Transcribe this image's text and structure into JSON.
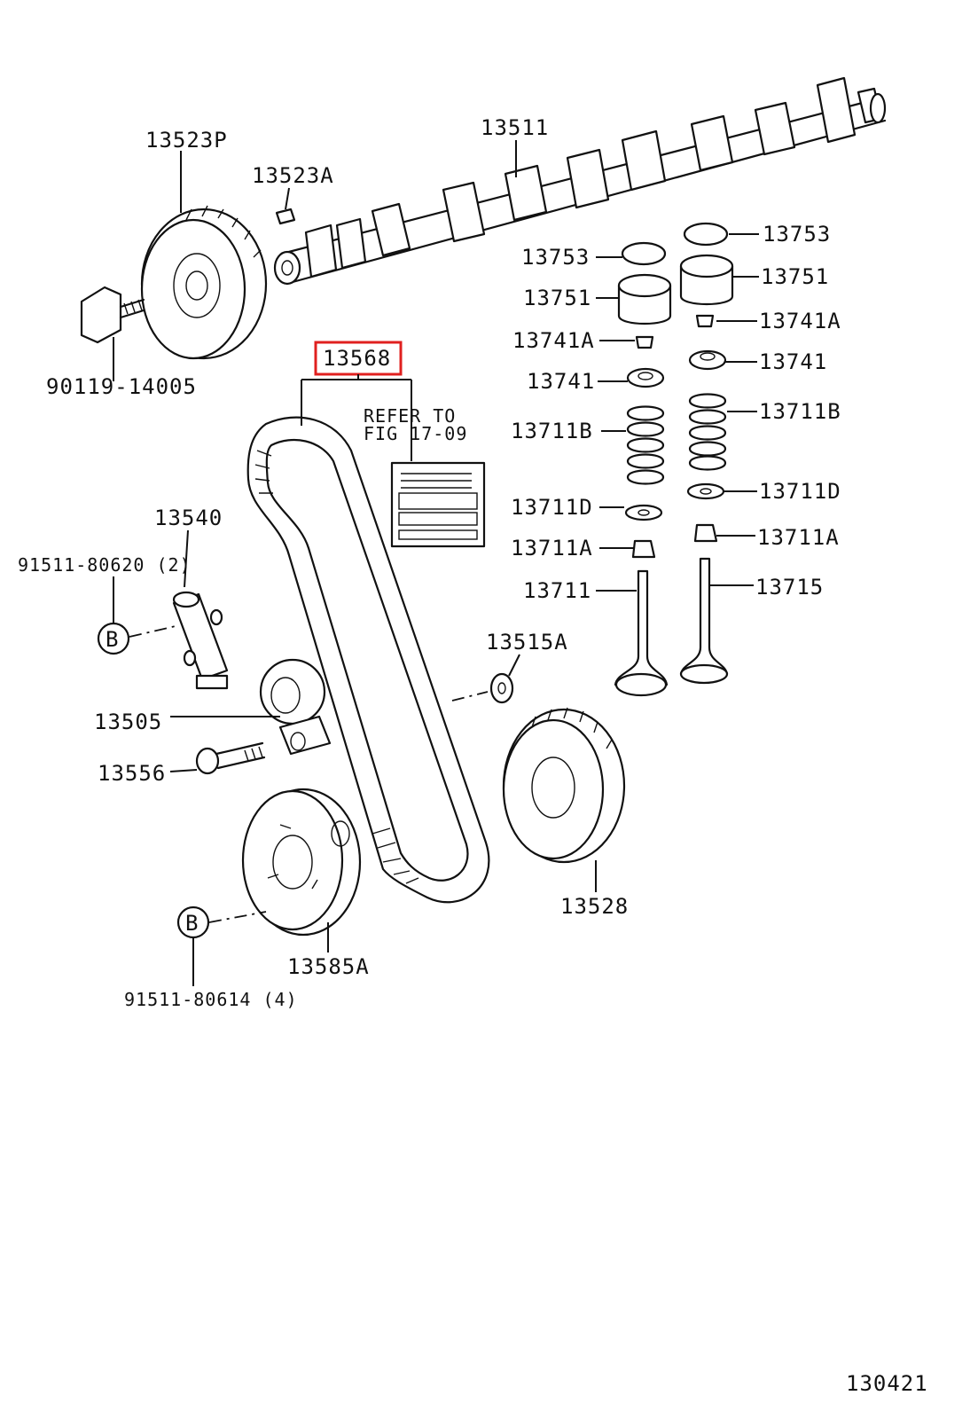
{
  "labels": {
    "p13523P": "13523P",
    "p13523A": "13523A",
    "p13511": "13511",
    "p90119": "90119-14005",
    "p13568": "13568",
    "refer_line1": "REFER TO",
    "refer_line2": "FIG 17-09",
    "p13540": "13540",
    "p91511_620": "91511-80620 (2)",
    "b1": "B",
    "p13505": "13505",
    "p13556": "13556",
    "p13515A": "13515A",
    "p13528": "13528",
    "b2": "B",
    "p13585A": "13585A",
    "p91511_614": "91511-80614 (4)",
    "l13753": "13753",
    "l13751": "13751",
    "l13741A": "13741A",
    "l13741": "13741",
    "l13711B": "13711B",
    "l13711D": "13711D",
    "l13711A": "13711A",
    "l13711": "13711",
    "r13753": "13753",
    "r13751": "13751",
    "r13741A": "13741A",
    "r13741": "13741",
    "r13711B": "13711B",
    "r13711D": "13711D",
    "r13711A": "13711A",
    "r13715": "13715",
    "fig_number": "130421"
  },
  "colors": {
    "highlight": "#e0201f",
    "line": "#111111"
  },
  "highlighted_part": "13568"
}
